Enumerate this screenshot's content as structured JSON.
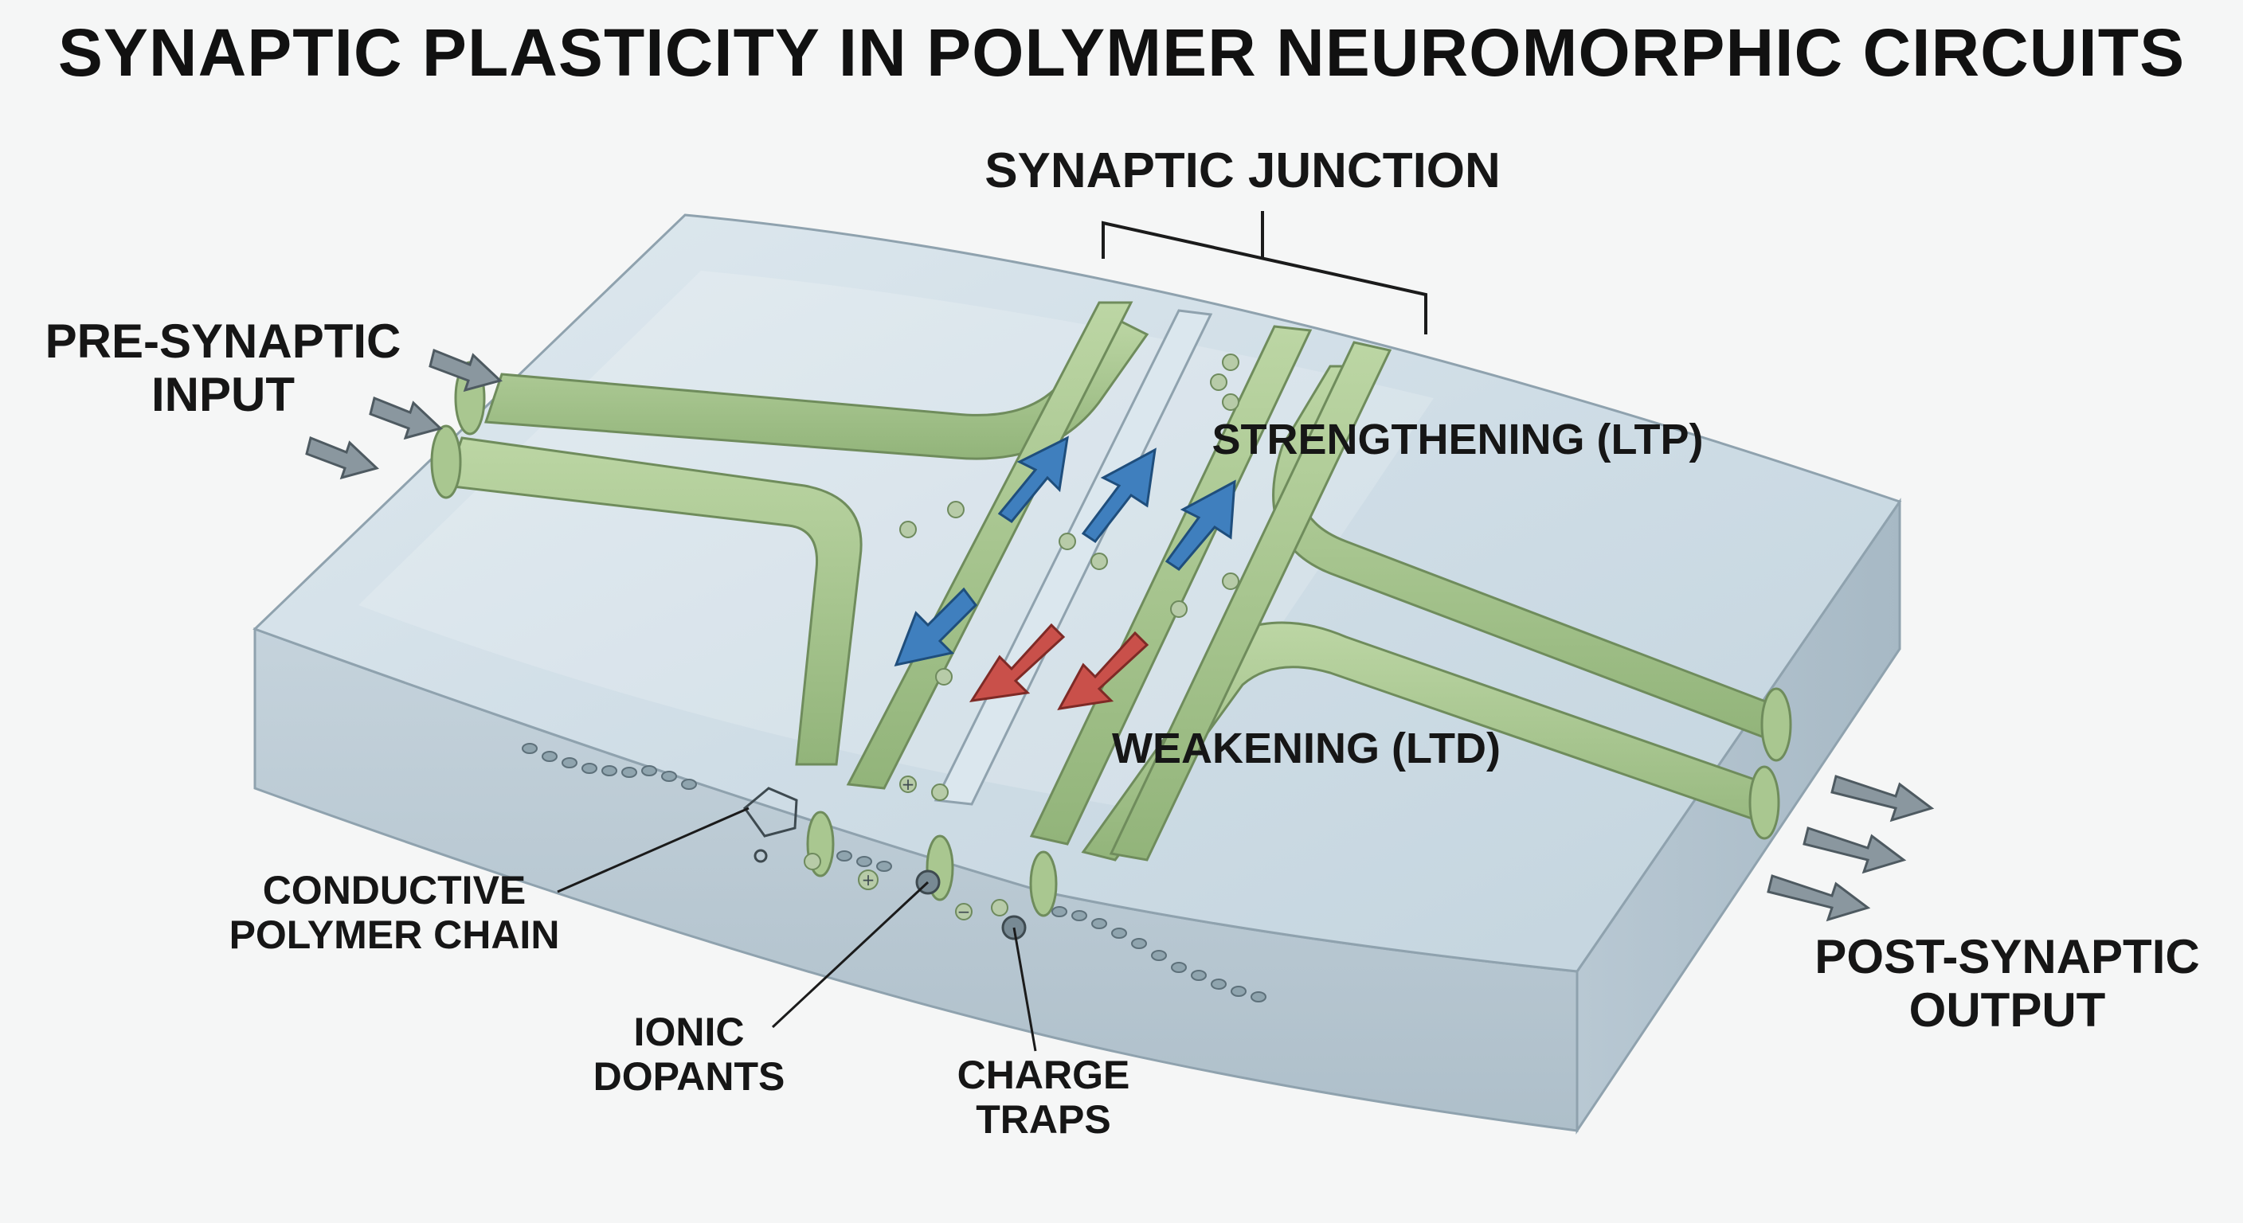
{
  "title": "SYNAPTIC PLASTICITY IN POLYMER NEUROMORPHIC CIRCUITS",
  "labels": {
    "synaptic_junction": "SYNAPTIC JUNCTION",
    "pre_synaptic": [
      "PRE-SYNAPTIC",
      "INPUT"
    ],
    "strengthening": "STRENGTHENING (LTP)",
    "weakening": "WEAKENING (LTD)",
    "conductive_polymer": [
      "CONDUCTIVE",
      "POLYMER CHAIN"
    ],
    "ionic_dopants": [
      "IONIC",
      "DOPANTS"
    ],
    "charge_traps": [
      "CHARGE",
      "TRAPS"
    ],
    "post_synaptic": [
      "POST-SYNAPTIC",
      "OUTPUT"
    ]
  },
  "colors": {
    "substrate": "#c9d9e3",
    "channel_green": "#a9c790",
    "ltp_arrow": "#3f7fbe",
    "ltd_arrow": "#c9504a",
    "io_arrow": "#7b8a92"
  },
  "symbols": {
    "plus": "+",
    "minus": "−"
  }
}
